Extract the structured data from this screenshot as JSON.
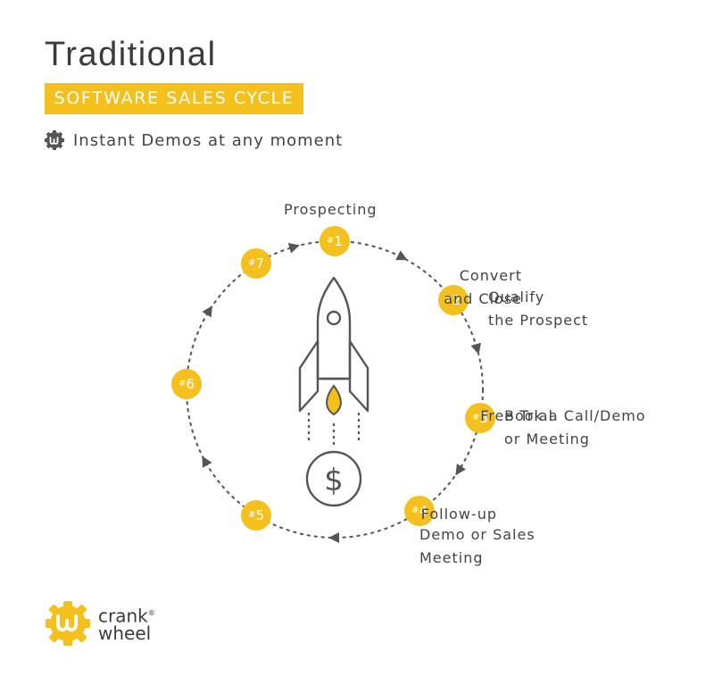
{
  "header": {
    "title": "Traditional",
    "subtitle": "SOFTWARE SALES CYCLE",
    "tagline": "Instant Demos at any moment"
  },
  "steps": [
    {
      "number": "1",
      "label_lines": [
        "Prospecting"
      ]
    },
    {
      "number": "2",
      "label_lines": [
        "Qualify",
        "the Prospect"
      ]
    },
    {
      "number": "3",
      "label_lines": [
        "Book a Call/Demo",
        "or Meeting"
      ]
    },
    {
      "number": "4",
      "label_lines": [
        "Demo or Sales",
        "Meeting"
      ]
    },
    {
      "number": "5",
      "label_lines": [
        "Follow-up"
      ]
    },
    {
      "number": "6",
      "label_lines": [
        "Free Trial"
      ]
    },
    {
      "number": "7",
      "label_lines": [
        "Convert",
        "and Close"
      ]
    }
  ],
  "center": {
    "currency_symbol": "$"
  },
  "logo": {
    "line1": "crank",
    "line2": "wheel",
    "mark": "®"
  },
  "colors": {
    "accent": "#f4c01e",
    "text": "#444444",
    "stroke": "#555555"
  },
  "icons": [
    "crankwheel-icon",
    "rocket-icon",
    "dollar-coin-icon",
    "arrow-head-icon"
  ]
}
